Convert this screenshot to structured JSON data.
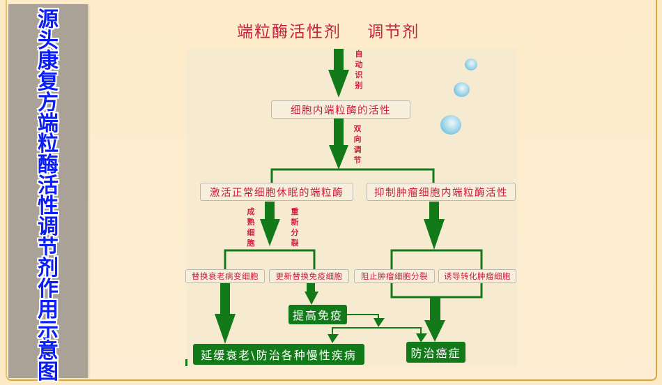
{
  "side_title": {
    "text": "源头康复方端粒酶活性调节剂作用示意图",
    "color": "#0a1ef5"
  },
  "header": {
    "title": "端粒酶活性剂    调节剂",
    "color": "#c3243f"
  },
  "diagram": {
    "arrow_color": "#137a19",
    "label_color": "#cc1f3d",
    "labels": {
      "auto_recognize": "自动识别",
      "bidirectional": "双向调节",
      "mature_cells": "成熟细胞",
      "redivide": "重新分裂"
    },
    "nodes": {
      "telomerase_activity": "细胞内端粒酶的活性",
      "activate_dormant": "激活正常细胞休眠的端粒酶",
      "inhibit_tumor": "抑制肿瘤细胞内端粒酶活性",
      "replace_aged": "替换衰老病变细胞",
      "renew_immune": "更新替换免疫细胞",
      "block_tumor_division": "阻止肿瘤细胞分裂",
      "induce_tumor_transform": "诱导转化肿瘤细胞",
      "boost_immunity": "提高免疫",
      "delay_aging": "延缓衰老\\防治各种慢性疾病",
      "prevent_cancer": "防治癌症"
    }
  }
}
